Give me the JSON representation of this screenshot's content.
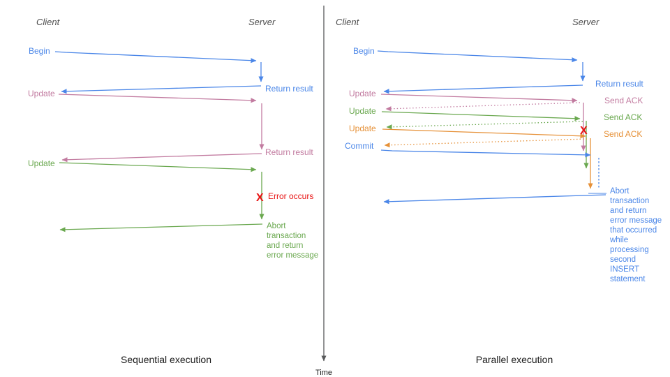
{
  "colors": {
    "blue": "#4a86e8",
    "pink": "#c27ba0",
    "green": "#6aa84f",
    "orange": "#e69138",
    "red": "#e81313",
    "header": "#4d4d4d",
    "black": "#1a1a1a",
    "axis": "#58595b",
    "tick_blue": "#6d9eeb"
  },
  "time_axis_label": "Time",
  "panels": {
    "left": {
      "client_label": "Client",
      "server_label": "Server",
      "title": "Sequential execution",
      "messages": {
        "begin": "Begin",
        "return_result_1": "Return result",
        "update_1": "Update",
        "return_result_2": "Return result",
        "update_2": "Update",
        "error_mark": "X",
        "error_label": "Error occurs",
        "abort_lines": [
          "Abort",
          "transaction",
          "and return",
          "error message"
        ]
      }
    },
    "right": {
      "client_label": "Client",
      "server_label": "Server",
      "title": "Parallel execution",
      "messages": {
        "begin": "Begin",
        "return_result": "Return result",
        "update_1": "Update",
        "ack_1": "Send ACK",
        "update_2": "Update",
        "ack_2": "Send ACK",
        "update_3": "Update",
        "ack_3": "Send ACK",
        "commit": "Commit",
        "error_mark": "X",
        "abort_lines": [
          "Abort",
          "transaction",
          "and return",
          "error message",
          "that occurred",
          "while",
          "processing",
          "second",
          "INSERT",
          "statement"
        ]
      }
    }
  }
}
